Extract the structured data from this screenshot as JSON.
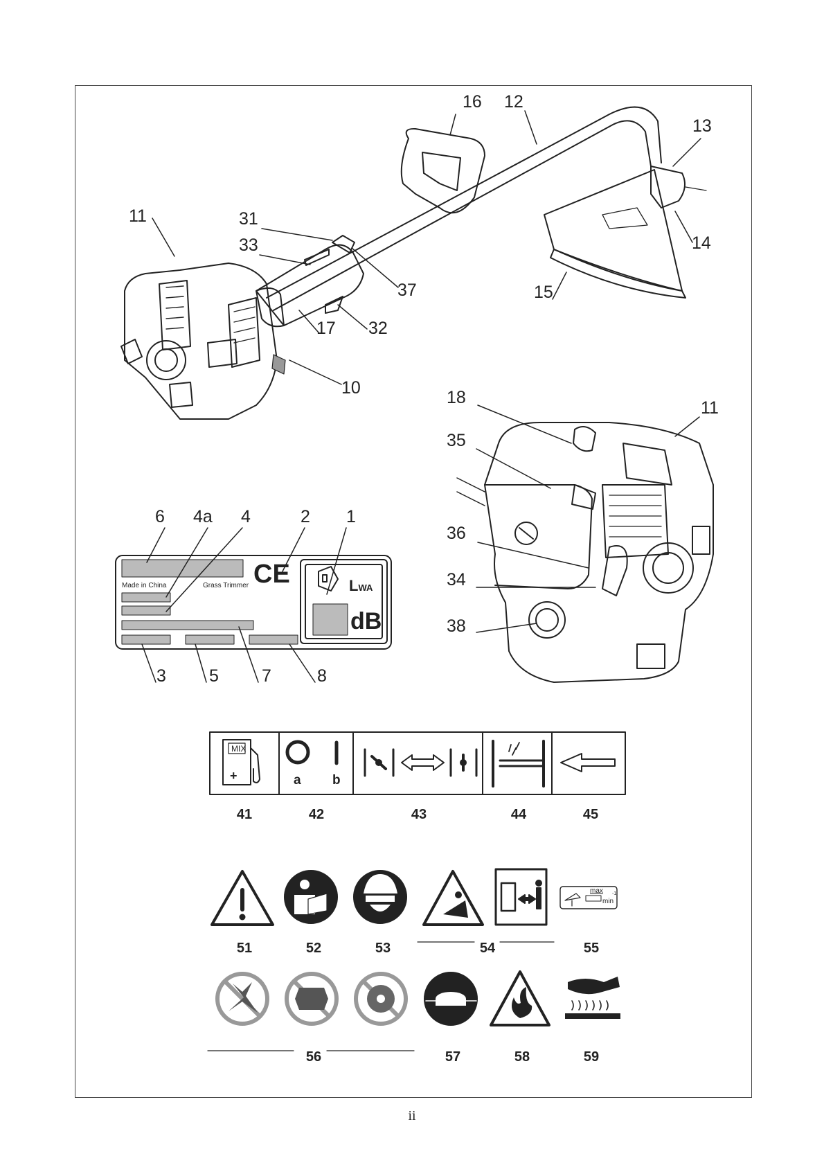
{
  "trimmer_labels": [
    "16",
    "12",
    "13",
    "11",
    "31",
    "33",
    "37",
    "14",
    "15",
    "17",
    "32",
    "10"
  ],
  "engine_labels": [
    "18",
    "11",
    "35",
    "36",
    "34",
    "38"
  ],
  "plate_labels": {
    "top": [
      "6",
      "4a",
      "4",
      "2",
      "1"
    ],
    "bottom": [
      "3",
      "5",
      "7",
      "8"
    ]
  },
  "plate": {
    "made_in": "Made in China",
    "product": "Grass Trimmer",
    "ce": "CE",
    "lwa": "LWA",
    "lwa_main": "L",
    "lwa_sub": "WA",
    "db": "dB"
  },
  "controls_symbols": {
    "numbers": [
      "41",
      "42",
      "43",
      "44",
      "45"
    ],
    "fuel_mix": "MIX",
    "fuel_plus": "+",
    "switch_a": "a",
    "switch_b": "b"
  },
  "safety_symbols_row1": {
    "numbers": [
      "51",
      "52",
      "53",
      "54",
      "55"
    ],
    "max_label": "max",
    "min_label": "min",
    "min_exp": "-1"
  },
  "safety_symbols_row2": {
    "numbers": [
      "56",
      "57",
      "58",
      "59"
    ]
  },
  "page_number": "ii"
}
